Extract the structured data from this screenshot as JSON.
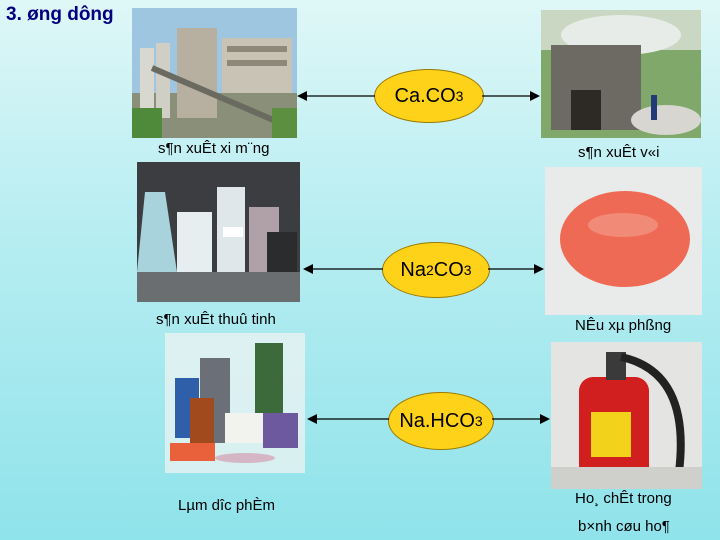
{
  "title": "3. øng dông",
  "compounds": [
    {
      "name": "Ca.CO",
      "sub": "3"
    },
    {
      "name": "Na",
      "sub1": "2",
      "mid": "CO",
      "sub2": "3"
    },
    {
      "name": "Na.HCO",
      "sub": "3"
    }
  ],
  "captions": {
    "cement": "s¶n xuÊt xi m¨ng",
    "lime": "s¶n xuÊt v«i",
    "glass": "s¶n xuÊt thuû tinh",
    "soap": "NÊu xµ phßng",
    "medicine": "Lµm d­îc phÈm",
    "fire_line1": "Ho¸ chÊt trong",
    "fire_line2": "b×nh cøu ho¶"
  }
}
